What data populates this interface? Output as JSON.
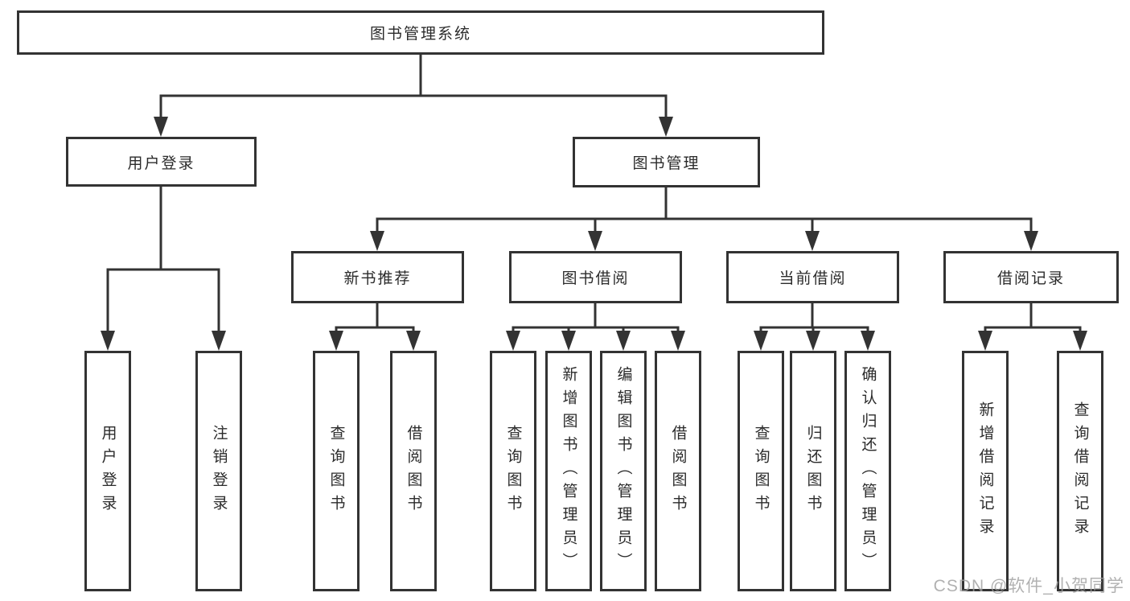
{
  "diagram": {
    "root": {
      "label": "图书管理系统"
    },
    "branches": [
      {
        "label": "用户登录",
        "children": [
          {
            "label": "用户登录"
          },
          {
            "label": "注销登录"
          }
        ]
      },
      {
        "label": "图书管理",
        "groups": [
          {
            "label": "新书推荐",
            "children": [
              {
                "label": "查询图书"
              },
              {
                "label": "借阅图书"
              }
            ]
          },
          {
            "label": "图书借阅",
            "children": [
              {
                "label": "查询图书"
              },
              {
                "label": "新增图书（管理员）"
              },
              {
                "label": "编辑图书（管理员）"
              },
              {
                "label": "借阅图书"
              }
            ]
          },
          {
            "label": "当前借阅",
            "children": [
              {
                "label": "查询图书"
              },
              {
                "label": "归还图书"
              },
              {
                "label": "确认归还（管理员）"
              }
            ]
          },
          {
            "label": "借阅记录",
            "children": [
              {
                "label": "新增借阅记录"
              },
              {
                "label": "查询借阅记录"
              }
            ]
          }
        ]
      }
    ]
  },
  "watermark": {
    "text": "CSDN @软件_小贺同学"
  },
  "colors": {
    "line": "#333333",
    "text": "#2b2b2b",
    "box_bg": "#ffffff",
    "watermark": "#9e9e9e"
  }
}
